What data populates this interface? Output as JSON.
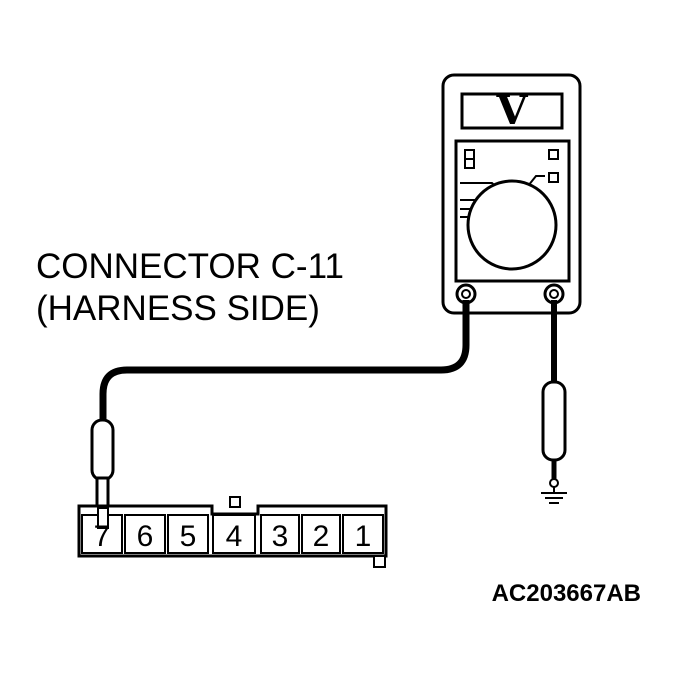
{
  "connector_label": {
    "line1": "CONNECTOR C-11",
    "line2": "(HARNESS SIDE)"
  },
  "meter": {
    "unit": "V"
  },
  "connector": {
    "pins": [
      "7",
      "6",
      "5",
      "4",
      "3",
      "2",
      "1"
    ],
    "probed_pin": "7"
  },
  "figure_id": "AC203667AB",
  "colors": {
    "line": "#000000",
    "background": "#ffffff"
  }
}
